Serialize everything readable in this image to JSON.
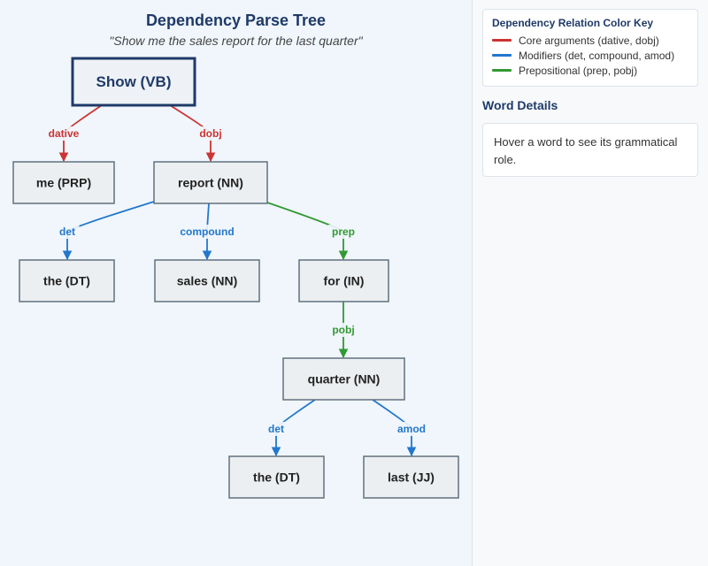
{
  "header": {
    "title": "Dependency Parse Tree",
    "subtitle": "\"Show me the sales report for the last quarter\""
  },
  "colors": {
    "core": "#cc3333",
    "modifier": "#2277cc",
    "prep": "#339933"
  },
  "tree": {
    "nodes": [
      {
        "id": "show",
        "label": "Show (VB)",
        "root": true
      },
      {
        "id": "me",
        "label": "me (PRP)"
      },
      {
        "id": "report",
        "label": "report (NN)"
      },
      {
        "id": "the1",
        "label": "the (DT)"
      },
      {
        "id": "sales",
        "label": "sales (NN)"
      },
      {
        "id": "for",
        "label": "for (IN)"
      },
      {
        "id": "quarter",
        "label": "quarter (NN)"
      },
      {
        "id": "the2",
        "label": "the (DT)"
      },
      {
        "id": "last",
        "label": "last (JJ)"
      }
    ],
    "edges": [
      {
        "from": "show",
        "to": "me",
        "label": "dative",
        "group": "core"
      },
      {
        "from": "show",
        "to": "report",
        "label": "dobj",
        "group": "core"
      },
      {
        "from": "report",
        "to": "the1",
        "label": "det",
        "group": "modifier"
      },
      {
        "from": "report",
        "to": "sales",
        "label": "compound",
        "group": "modifier"
      },
      {
        "from": "report",
        "to": "for",
        "label": "prep",
        "group": "prep"
      },
      {
        "from": "for",
        "to": "quarter",
        "label": "pobj",
        "group": "prep"
      },
      {
        "from": "quarter",
        "to": "the2",
        "label": "det",
        "group": "modifier"
      },
      {
        "from": "quarter",
        "to": "last",
        "label": "amod",
        "group": "modifier"
      }
    ]
  },
  "legend": {
    "title": "Dependency Relation Color Key",
    "items": [
      {
        "label": "Core arguments (dative, dobj)",
        "group": "core"
      },
      {
        "label": "Modifiers (det, compound, amod)",
        "group": "modifier"
      },
      {
        "label": "Prepositional (prep, pobj)",
        "group": "prep"
      }
    ]
  },
  "details": {
    "heading": "Word Details",
    "text": "Hover a word to see its grammatical role."
  }
}
